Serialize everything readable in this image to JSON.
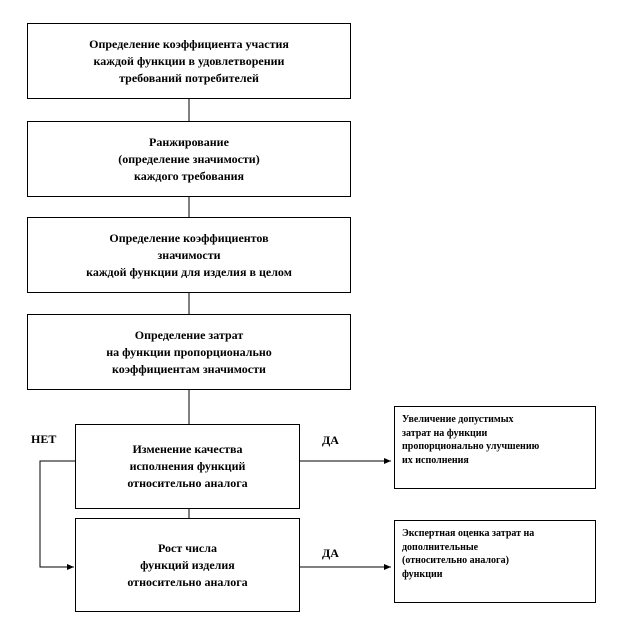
{
  "diagram": {
    "boxes": [
      {
        "id": "b1",
        "text": "Определение коэффициента участия\nкаждой функции в удовлетворении\nтребований потребителей"
      },
      {
        "id": "b2",
        "text": "Ранжирование\n(определение значимости)\nкаждого требования"
      },
      {
        "id": "b3",
        "text": "Определение коэффициентов\nзначимости\nкаждой функции для изделия в целом"
      },
      {
        "id": "b4",
        "text": "Определение затрат\nна функции пропорционально\nкоэффициентам значимости"
      },
      {
        "id": "b5",
        "text": "Изменение качества\nисполнения функций\nотносительно аналога"
      },
      {
        "id": "b6",
        "text": "Рост числа\nфункций изделия\nотносительно аналога"
      },
      {
        "id": "s1",
        "text": "Увеличение допустимых\nзатрат на функции\nпропорционально улучшению\nих исполнения"
      },
      {
        "id": "s2",
        "text": "Экспертная оценка затрат на\nдополнительные\n(относительно аналога)\nфункции"
      }
    ],
    "labels": {
      "no": "НЕТ",
      "yes_1": "ДА",
      "yes_2": "ДА"
    }
  }
}
